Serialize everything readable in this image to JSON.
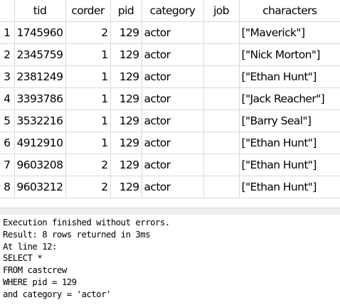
{
  "results_grid": {
    "columns": [
      "tid",
      "corder",
      "pid",
      "category",
      "job",
      "characters"
    ],
    "rows": [
      {
        "num": "1",
        "tid": "1745960",
        "corder": "2",
        "pid": "129",
        "category": "actor",
        "job": "",
        "characters": "[\"Maverick\"]"
      },
      {
        "num": "2",
        "tid": "2345759",
        "corder": "1",
        "pid": "129",
        "category": "actor",
        "job": "",
        "characters": "[\"Nick Morton\"]"
      },
      {
        "num": "3",
        "tid": "2381249",
        "corder": "1",
        "pid": "129",
        "category": "actor",
        "job": "",
        "characters": "[\"Ethan Hunt\"]"
      },
      {
        "num": "4",
        "tid": "3393786",
        "corder": "1",
        "pid": "129",
        "category": "actor",
        "job": "",
        "characters": "[\"Jack Reacher\"]"
      },
      {
        "num": "5",
        "tid": "3532216",
        "corder": "1",
        "pid": "129",
        "category": "actor",
        "job": "",
        "characters": "[\"Barry Seal\"]"
      },
      {
        "num": "6",
        "tid": "4912910",
        "corder": "1",
        "pid": "129",
        "category": "actor",
        "job": "",
        "characters": "[\"Ethan Hunt\"]"
      },
      {
        "num": "7",
        "tid": "9603208",
        "corder": "2",
        "pid": "129",
        "category": "actor",
        "job": "",
        "characters": "[\"Ethan Hunt\"]"
      },
      {
        "num": "8",
        "tid": "9603212",
        "corder": "2",
        "pid": "129",
        "category": "actor",
        "job": "",
        "characters": "[\"Ethan Hunt\"]"
      }
    ]
  },
  "message_log": {
    "lines": [
      "Execution finished without errors.",
      "Result: 8 rows returned in 3ms",
      "At line 12:",
      "SELECT *",
      "FROM castcrew",
      "WHERE pid = 129",
      "and category = 'actor'"
    ]
  }
}
